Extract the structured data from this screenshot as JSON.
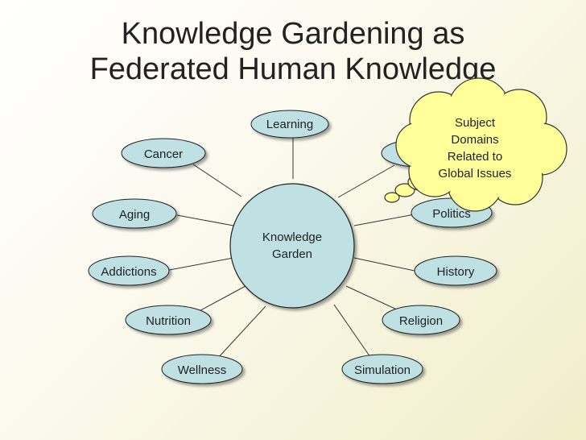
{
  "slide": {
    "title_line1": "Knowledge Gardening as",
    "title_line2": "Federated Human Knowledge"
  },
  "hub": {
    "line1": "Knowledge",
    "line2": "Garden"
  },
  "nodes": {
    "learning": "Learning",
    "cancer": "Cancer",
    "aging": "Aging",
    "addictions": "Addictions",
    "nutrition": "Nutrition",
    "wellness": "Wellness",
    "simulation": "Simulation",
    "religion": "Religion",
    "history": "History",
    "politics": "Politics"
  },
  "callout": {
    "line1": "Subject",
    "line2": "Domains",
    "line3": "Related to",
    "line4": "Global Issues"
  },
  "colors": {
    "node_fill": "#bfe1e3",
    "node_stroke": "#2b2b2b",
    "hub_fill": "#bfe1e3",
    "cloud_fill": "#ffff99"
  }
}
